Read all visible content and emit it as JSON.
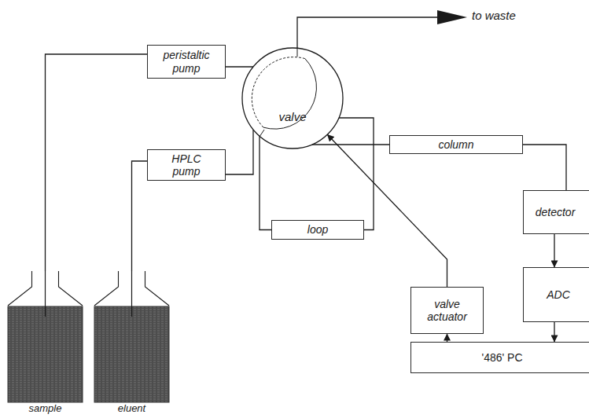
{
  "diagram": {
    "nodes": [
      {
        "text": [
          "peristaltic pump"
        ]
      },
      {
        "text": [
          "valve"
        ]
      },
      {
        "text": [
          "HPLC pump"
        ]
      },
      {
        "text": [
          "column"
        ]
      },
      {
        "text": [
          "loop"
        ]
      },
      {
        "text": [
          "detector"
        ]
      },
      {
        "text": [
          "valve actuator"
        ]
      },
      {
        "text": [
          "ADC"
        ]
      },
      {
        "text": [
          "'486' PC"
        ]
      },
      {
        "text": [
          "sample"
        ]
      },
      {
        "text": [
          "eluent"
        ]
      }
    ],
    "edges": [
      {
        "from": 9,
        "to": 0,
        "arrow": "none"
      },
      {
        "from": 0,
        "to": 1,
        "arrow": "none"
      },
      {
        "from": 10,
        "to": 2,
        "arrow": "none"
      },
      {
        "from": 2,
        "to": 1,
        "arrow": "none"
      },
      {
        "from": 1,
        "to": 4,
        "arrow": "none"
      },
      {
        "from": 4,
        "to": 1,
        "arrow": "none"
      },
      {
        "from": 1,
        "to": 3,
        "arrow": "none"
      },
      {
        "from": 3,
        "to": 5,
        "arrow": "none"
      },
      {
        "from": 5,
        "to": 7,
        "arrow": "to"
      },
      {
        "from": 7,
        "to": 8,
        "arrow": "to"
      },
      {
        "from": 8,
        "to": 6,
        "arrow": "to"
      },
      {
        "from": 6,
        "to": 1,
        "arrow": "to"
      }
    ],
    "labels": [
      "to waste"
    ]
  }
}
